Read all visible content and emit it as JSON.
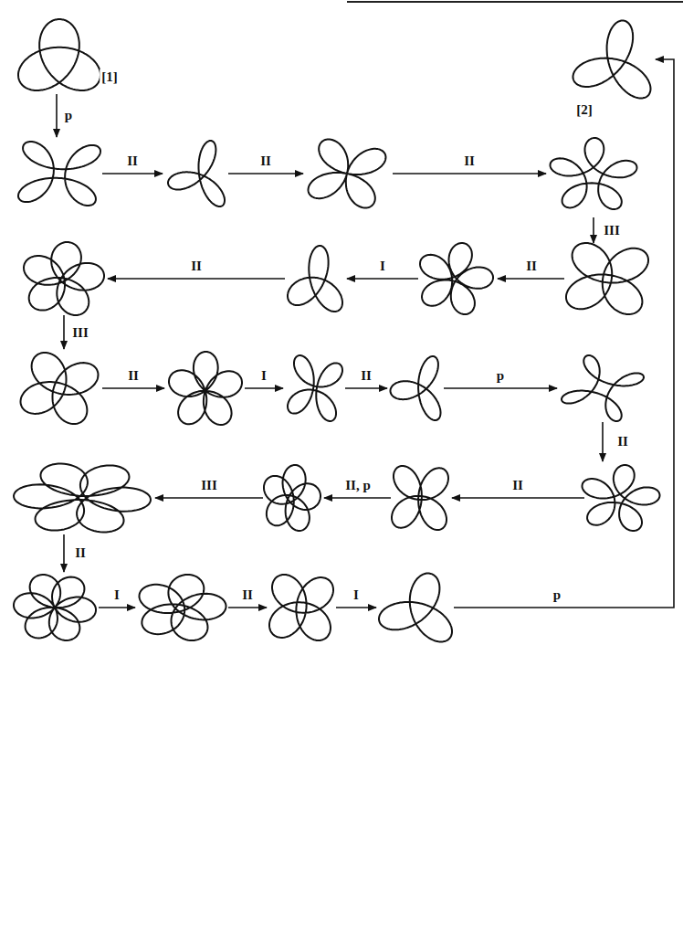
{
  "diagram": {
    "labels": [
      "[1]",
      "[2]",
      "p",
      "II",
      "II",
      "II",
      "III",
      "II",
      "I",
      "II",
      "III",
      "II",
      "I",
      "II",
      "p",
      "II",
      "II",
      "II, p",
      "III",
      "II",
      "I",
      "II",
      "I",
      "p"
    ]
  }
}
